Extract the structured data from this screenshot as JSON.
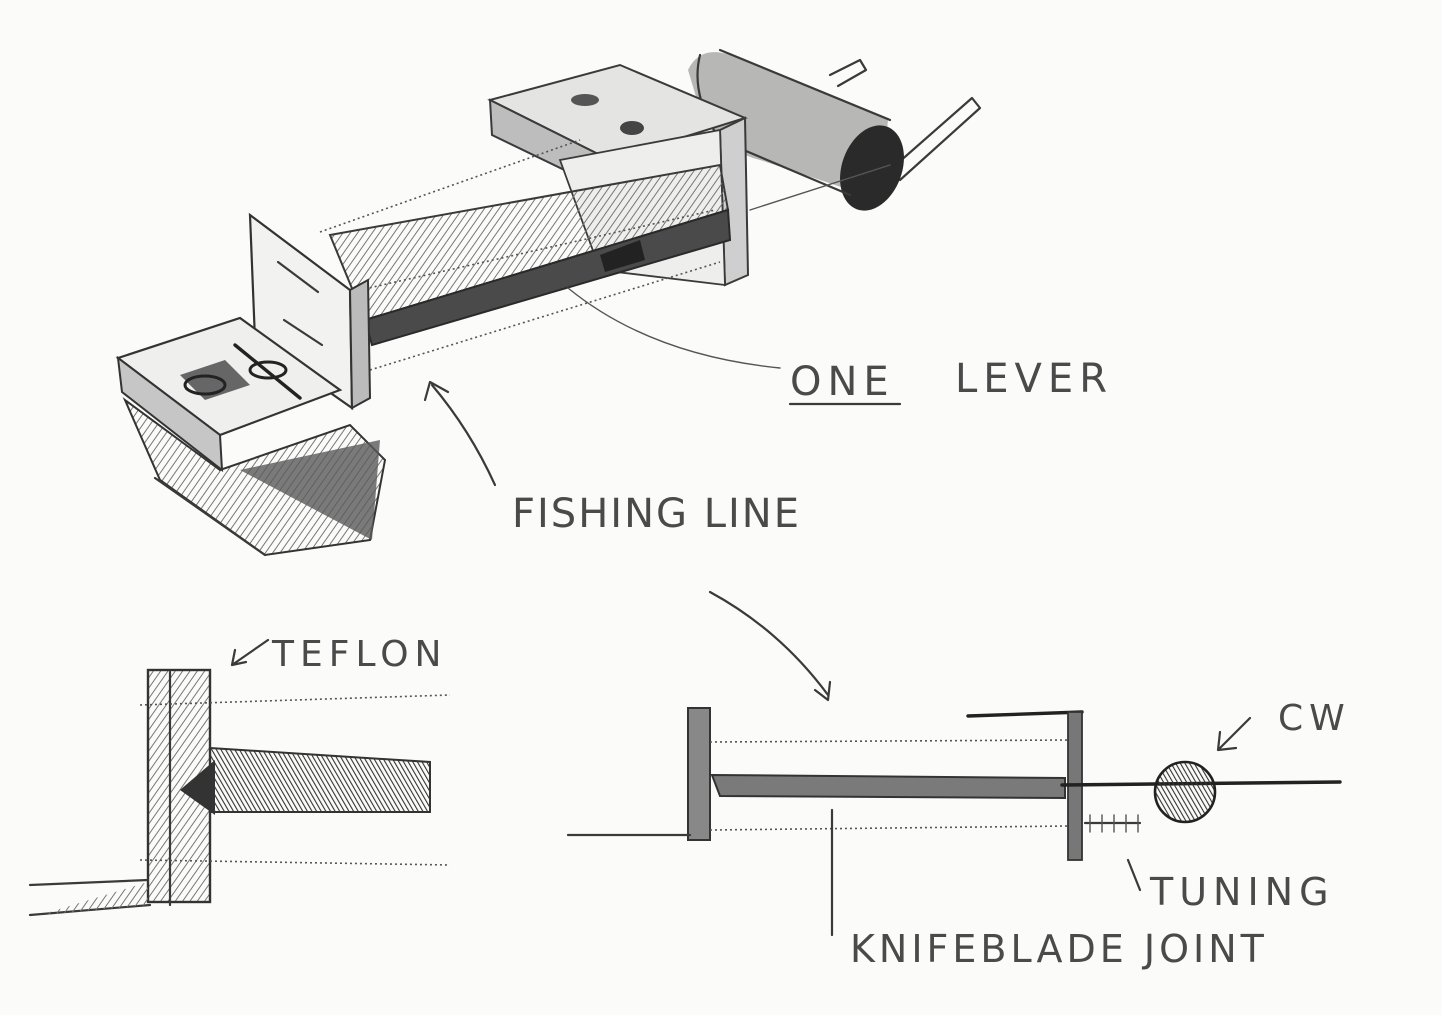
{
  "labels": {
    "one": "ONE",
    "lever": "LEVER",
    "fishing_line": "FISHING LINE",
    "teflon": "TEFLON",
    "cw": "CW",
    "tuning": "TUNING",
    "knifeblade_joint": "KNIFEBLADE JOINT"
  },
  "colors": {
    "paper": "#fbfbf9",
    "graphite": "#3a3a3a",
    "shade": "#8a8a8a"
  }
}
